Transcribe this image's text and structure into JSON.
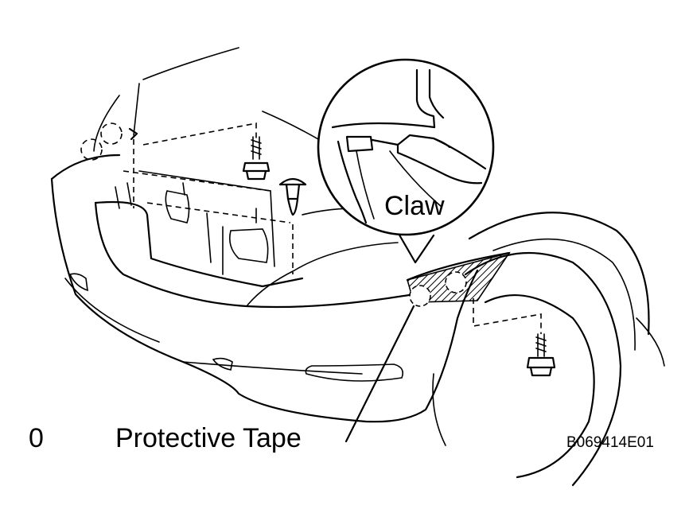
{
  "labels": {
    "claw": "Claw",
    "protective_tape": "Protective Tape",
    "corner_mark": "0",
    "figure_code": "B069414E01"
  },
  "colors": {
    "line": "#000000",
    "background": "#ffffff"
  }
}
